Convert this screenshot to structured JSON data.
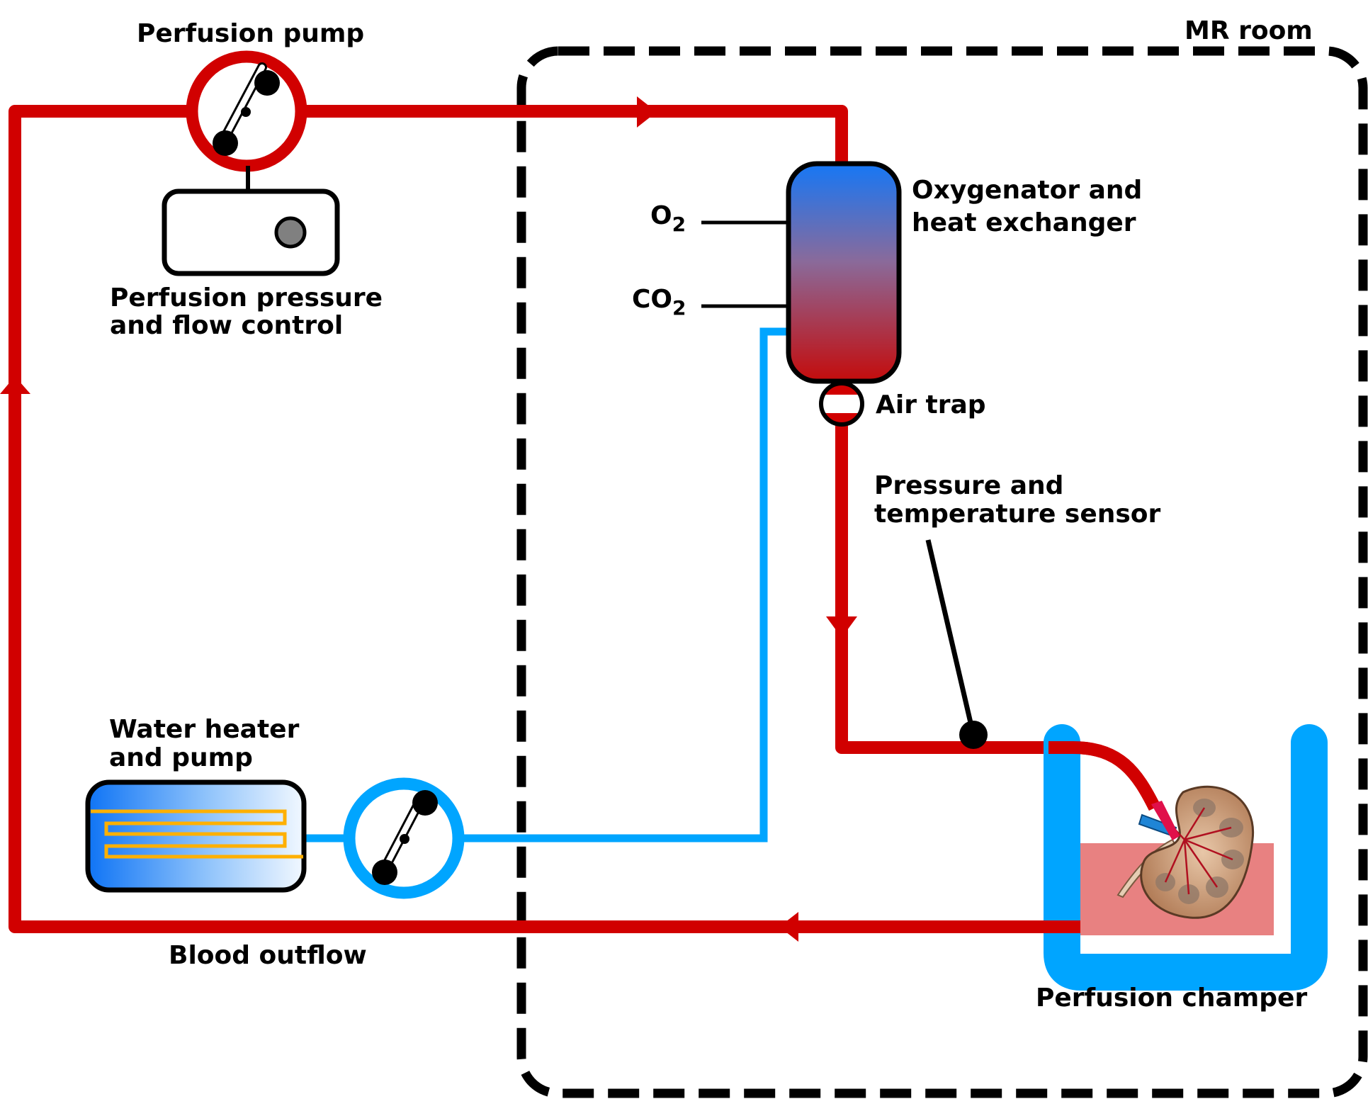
{
  "title": "Perfusion circuit with MR room",
  "colors": {
    "blood": "#d10000",
    "water": "#00a5ff",
    "outline": "#000000",
    "fluid": "#e88181",
    "heater_coil": "#ffb000",
    "knob": "#808080"
  },
  "labels": {
    "mr_room": "MR room",
    "perfusion_pump": "Perfusion pump",
    "controller_line1": "Perfusion pressure",
    "controller_line2": "and flow control",
    "oxygenator_line1": "Oxygenator and",
    "oxygenator_line2": "heat exchanger",
    "o2": "O",
    "o2_sub": "2",
    "co2": "CO",
    "co2_sub": "2",
    "air_trap": "Air trap",
    "sensor_line1": "Pressure and",
    "sensor_line2": "temperature sensor",
    "heater_line1": "Water heater",
    "heater_line2": "and pump",
    "blood_outflow": "Blood outflow",
    "chamber": "Perfusion champer"
  },
  "components": [
    {
      "name": "Perfusion pump",
      "type": "roller-pump",
      "circuit": "blood"
    },
    {
      "name": "Perfusion pressure and flow control",
      "type": "controller"
    },
    {
      "name": "Oxygenator and heat exchanger",
      "type": "oxygenator",
      "inputs": [
        "O2",
        "CO2"
      ]
    },
    {
      "name": "Air trap",
      "type": "air-trap"
    },
    {
      "name": "Pressure and temperature sensor",
      "type": "sensor"
    },
    {
      "name": "Perfusion champer",
      "type": "chamber",
      "contains": "kidney"
    },
    {
      "name": "Water heater and pump",
      "type": "heater",
      "circuit": "water"
    }
  ],
  "flow_directions": [
    {
      "segment": "pump-to-oxygenator",
      "direction": "right"
    },
    {
      "segment": "oxygenator-to-chamber",
      "direction": "down"
    },
    {
      "segment": "blood-outflow",
      "direction": "left"
    },
    {
      "segment": "return-to-pump",
      "direction": "up"
    }
  ]
}
